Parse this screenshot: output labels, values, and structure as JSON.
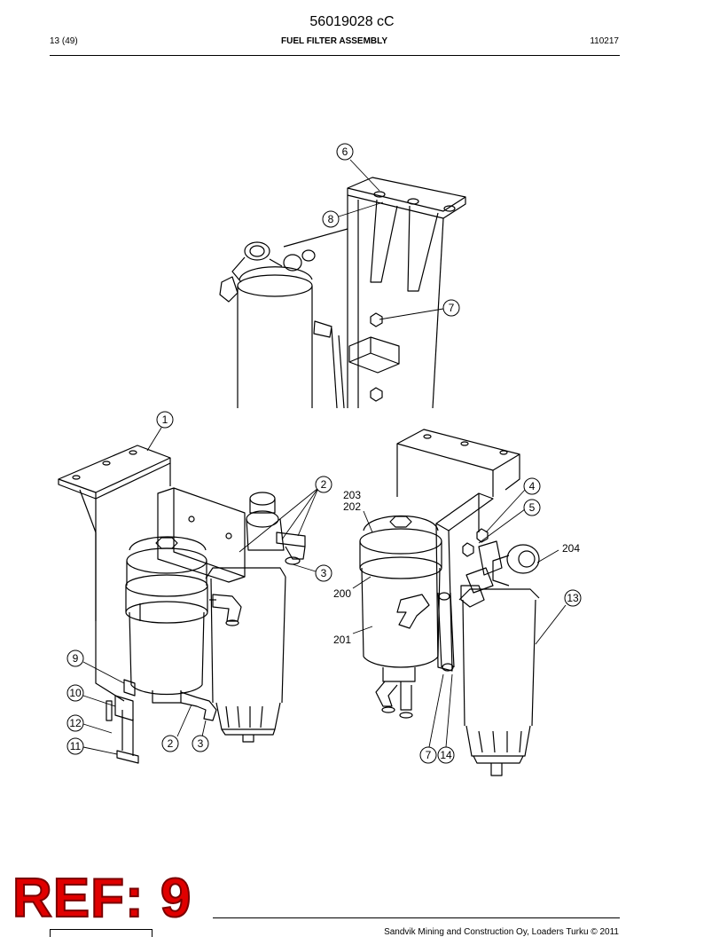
{
  "header": {
    "doc_number": "56019028 cC",
    "page": "13 (49)",
    "title": "FUEL FILTER ASSEMBLY",
    "code": "110217"
  },
  "callouts": {
    "c6": "6",
    "c8": "8",
    "c7a": "7",
    "c1": "1",
    "c2a": "2",
    "c3a": "3",
    "c9": "9",
    "c10": "10",
    "c12": "12",
    "c11": "11",
    "c2b": "2",
    "c3b": "3",
    "c203": "203",
    "c202": "202",
    "c4": "4",
    "c5": "5",
    "c204": "204",
    "c200": "200",
    "c13": "13",
    "c201": "201",
    "c7b": "7",
    "c14": "14"
  },
  "stamp": "REF: 9",
  "footer": {
    "copyright": "Sandvik Mining and Construction Oy, Loaders Turku © 2011"
  }
}
